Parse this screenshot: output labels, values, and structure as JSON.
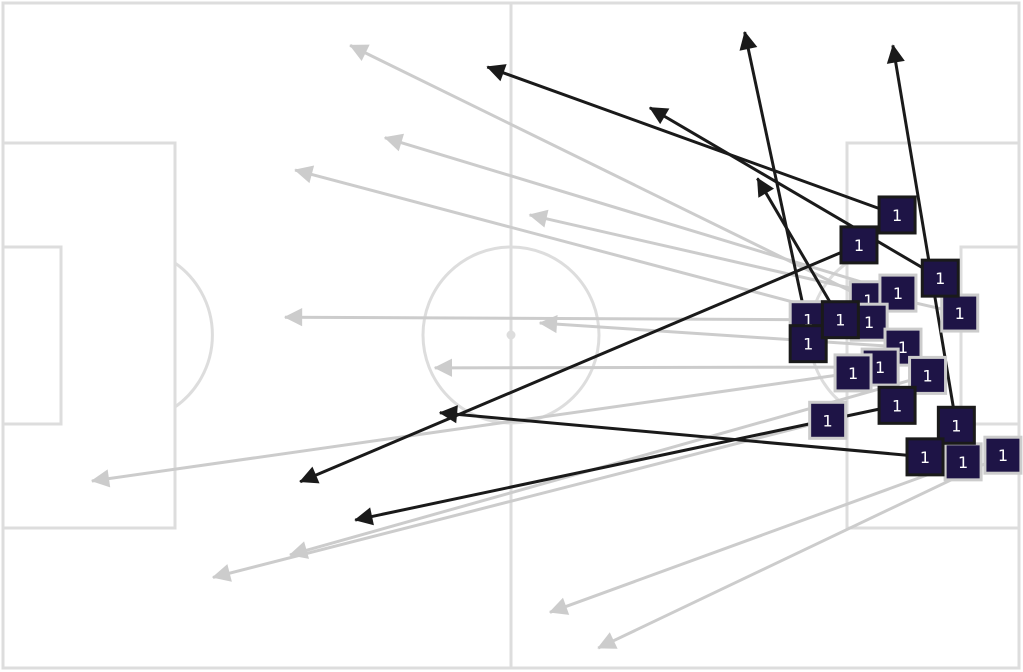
{
  "chart_data": {
    "type": "pass-map",
    "pitch": {
      "length": 120,
      "width": 80,
      "line_color": "#dddddd"
    },
    "colors": {
      "complete": "#1a1a1a",
      "incomplete": "#cccccc",
      "marker_fill": "#1e1446",
      "marker_text": "#ffffff"
    },
    "marker_label": "1",
    "passes": [
      {
        "x": 105.6,
        "y": 25.5,
        "end_x": 57.2,
        "end_y": 7.7,
        "complete": true
      },
      {
        "x": 110.7,
        "y": 33.1,
        "end_x": 76.4,
        "end_y": 12.6,
        "complete": true
      },
      {
        "x": 95.1,
        "y": 39.3,
        "end_x": 87.6,
        "end_y": 3.5,
        "complete": true
      },
      {
        "x": 98.9,
        "y": 38.1,
        "end_x": 89.1,
        "end_y": 21.1,
        "complete": true
      },
      {
        "x": 112.6,
        "y": 50.8,
        "end_x": 105.1,
        "end_y": 5.1,
        "complete": true
      },
      {
        "x": 101.1,
        "y": 29.1,
        "end_x": 35.1,
        "end_y": 57.6,
        "complete": true
      },
      {
        "x": 108.9,
        "y": 54.6,
        "end_x": 51.6,
        "end_y": 49.3,
        "complete": true
      },
      {
        "x": 105.6,
        "y": 48.4,
        "end_x": 41.6,
        "end_y": 62.2,
        "complete": true
      },
      {
        "x": 102.2,
        "y": 35.7,
        "end_x": 41.0,
        "end_y": 5.1,
        "complete": false
      },
      {
        "x": 105.7,
        "y": 34.9,
        "end_x": 45.1,
        "end_y": 16.2,
        "complete": false
      },
      {
        "x": 102.3,
        "y": 38.4,
        "end_x": 34.5,
        "end_y": 20.1,
        "complete": false
      },
      {
        "x": 113.0,
        "y": 37.3,
        "end_x": 62.2,
        "end_y": 25.5,
        "complete": false
      },
      {
        "x": 95.1,
        "y": 38.1,
        "end_x": 33.3,
        "end_y": 37.8,
        "complete": false
      },
      {
        "x": 106.3,
        "y": 41.4,
        "end_x": 63.4,
        "end_y": 38.5,
        "complete": false
      },
      {
        "x": 103.6,
        "y": 43.8,
        "end_x": 51.0,
        "end_y": 43.9,
        "complete": false
      },
      {
        "x": 100.4,
        "y": 44.5,
        "end_x": 10.5,
        "end_y": 57.5,
        "complete": false
      },
      {
        "x": 97.4,
        "y": 50.2,
        "end_x": 24.8,
        "end_y": 69.1,
        "complete": false
      },
      {
        "x": 109.2,
        "y": 44.8,
        "end_x": 33.9,
        "end_y": 66.4,
        "complete": false
      },
      {
        "x": 113.4,
        "y": 55.2,
        "end_x": 64.6,
        "end_y": 73.3,
        "complete": false
      },
      {
        "x": 118.1,
        "y": 54.4,
        "end_x": 70.3,
        "end_y": 77.6,
        "complete": false
      }
    ]
  }
}
